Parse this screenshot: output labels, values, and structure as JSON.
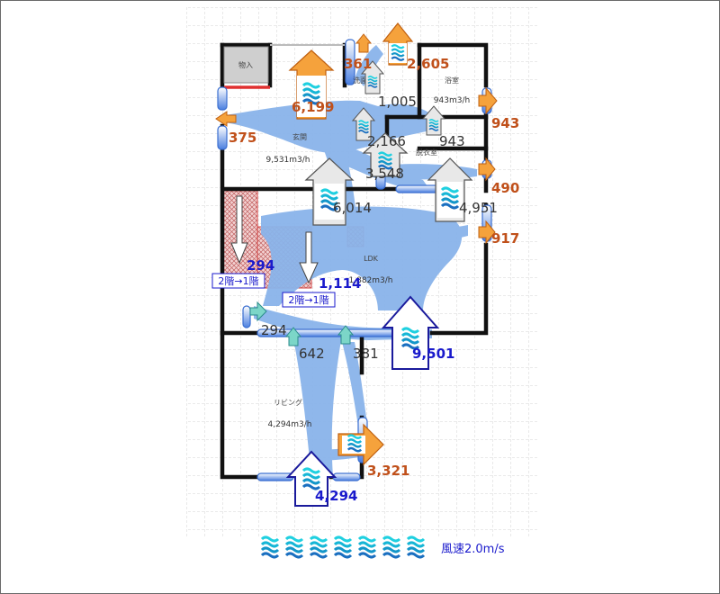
{
  "rooms": {
    "storage": "物入",
    "bath": "浴室",
    "bath_flow": "943m3/h",
    "entrance": "玄関",
    "entrance_flow": "9,531m3/h",
    "dressing": "脱衣室",
    "ldk": "LDK",
    "ldk_flow": "1,882m3/h",
    "living": "リビング",
    "living_flow": "4,294m3/h",
    "toilet": "洗面"
  },
  "flows": {
    "f375": "375",
    "f6199": "6,199",
    "f361": "361",
    "f2605": "2,605",
    "f943_out": "943",
    "f943_in": "943",
    "f490": "490",
    "f917": "917",
    "f1005": "1,005",
    "f2166": "2,166",
    "f3548": "3,548",
    "f6014": "6,014",
    "f4951": "4,951",
    "f294_blue": "294",
    "f1114": "1,114",
    "f294_black": "294",
    "f642": "642",
    "f381": "381",
    "f9501": "9,501",
    "f3321": "3,321",
    "f4294": "4,294"
  },
  "tags": {
    "left": "2階→1階",
    "right": "2階→1階"
  },
  "legend": {
    "label": "風速2.0m/s"
  },
  "colors": {
    "flow_band": "#8ab4ea",
    "orange_arrow": "#f5a23c",
    "blue_arrow": "#1a1a9c",
    "wall": "#111111",
    "cyan": "#22d3e0"
  }
}
